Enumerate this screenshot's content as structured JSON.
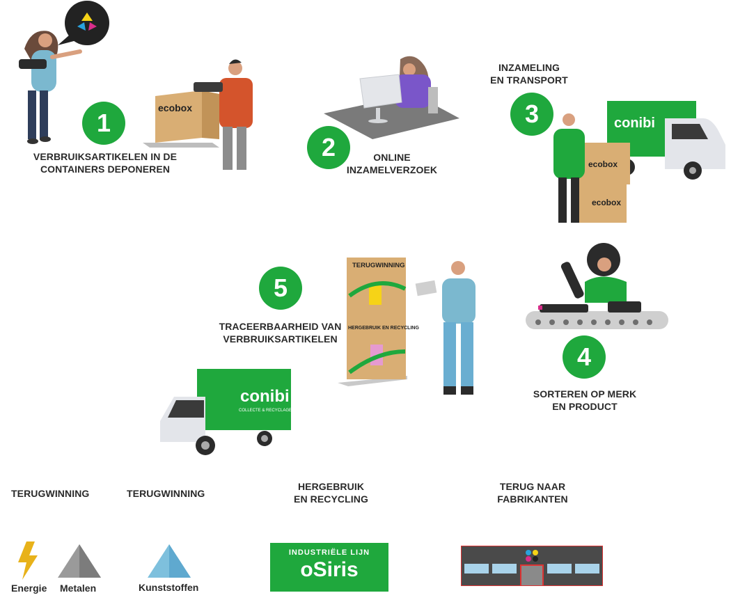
{
  "steps": [
    {
      "number": "1",
      "lines": [
        "VERBRUIKSARTIKELEN IN DE",
        "CONTAINERS DEPONEREN"
      ]
    },
    {
      "number": "2",
      "lines": [
        "ONLINE",
        "INZAMELVERZOEK"
      ]
    },
    {
      "number": "3",
      "lines": [
        "INZAMELING",
        "EN TRANSPORT"
      ]
    },
    {
      "number": "4",
      "lines": [
        "SORTEREN OP MERK",
        "EN PRODUCT"
      ]
    },
    {
      "number": "5",
      "lines": [
        "TRACEERBAARHEID VAN",
        "VERBRUIKSARTIKELEN"
      ]
    }
  ],
  "box_labels": {
    "ecobox": "ecobox",
    "terugwinning": "TERUGWINNING",
    "hergebruik": "HERGEBRUIK EN RECYCLING"
  },
  "truck_brand": {
    "name": "conibi",
    "tagline": "COLLECTE & RECYCLAGE"
  },
  "outcomes": {
    "terugwinning_1": "TERUGWINNING",
    "terugwinning_2": "TERUGWINNING",
    "hergebruik": [
      "HERGEBRUIK",
      "EN RECYCLING"
    ],
    "terug": [
      "TERUG NAAR",
      "FABRIKANTEN"
    ]
  },
  "icons": {
    "energie": "Energie",
    "metalen": "Metalen",
    "kunststoffen": "Kunststoffen"
  },
  "osiris": {
    "top": "INDUSTRIËLE LIJN",
    "logo": "oSiris"
  },
  "colors": {
    "green": "#1fa83d",
    "dark": "#2a2a2a",
    "yellow": "#e8b21a",
    "grey": "#8a8a8a",
    "blue": "#6aaed1"
  }
}
